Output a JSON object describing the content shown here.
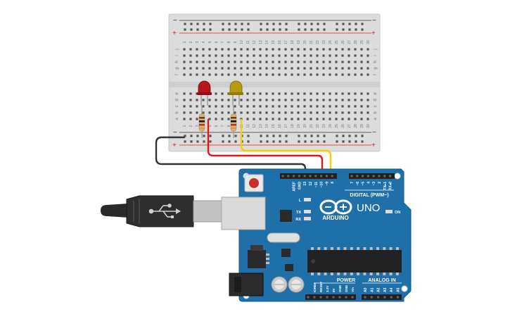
{
  "breadboard": {
    "row_letters_top": [
      "j",
      "i",
      "h",
      "g",
      "f"
    ],
    "row_letters_bottom": [
      "e",
      "d",
      "c",
      "b",
      "a"
    ],
    "column_numbers": [
      "1",
      "2",
      "3",
      "4",
      "5",
      "6",
      "7",
      "8",
      "9",
      "10",
      "11",
      "12",
      "13",
      "14",
      "15",
      "16",
      "17",
      "18",
      "19",
      "20",
      "21",
      "22",
      "23",
      "24",
      "25",
      "26",
      "27",
      "28",
      "29",
      "30"
    ],
    "rail_minus": "−",
    "rail_plus": "+"
  },
  "components": {
    "led_red_color": "#b3171c",
    "led_yellow_color": "#b39b12",
    "wire_black": "#333333",
    "wire_red": "#e3161b",
    "wire_yellow": "#f2d200"
  },
  "arduino": {
    "board_color": "#1f6fa8",
    "model": "UNO",
    "brand": "ARDUINO",
    "digital_label": "DIGITAL (PWM~)",
    "power_label": "POWER",
    "analog_label": "ANALOG IN",
    "led_labels": [
      "L",
      "TX",
      "RX"
    ],
    "on_label": "ON",
    "digital_pins": [
      "AREF",
      "GND",
      "13",
      "12",
      "~11",
      "~10",
      "~9",
      "8",
      "7",
      "~6",
      "~5",
      "4",
      "~3",
      "2",
      "TX▸1",
      "RX◂0"
    ],
    "power_pins": [
      "IOREF",
      "RESET",
      "3.3V",
      "5V",
      "GND",
      "GND",
      "Vin"
    ],
    "analog_pins": [
      "A0",
      "A1",
      "A2",
      "A3",
      "A4",
      "A5"
    ]
  }
}
